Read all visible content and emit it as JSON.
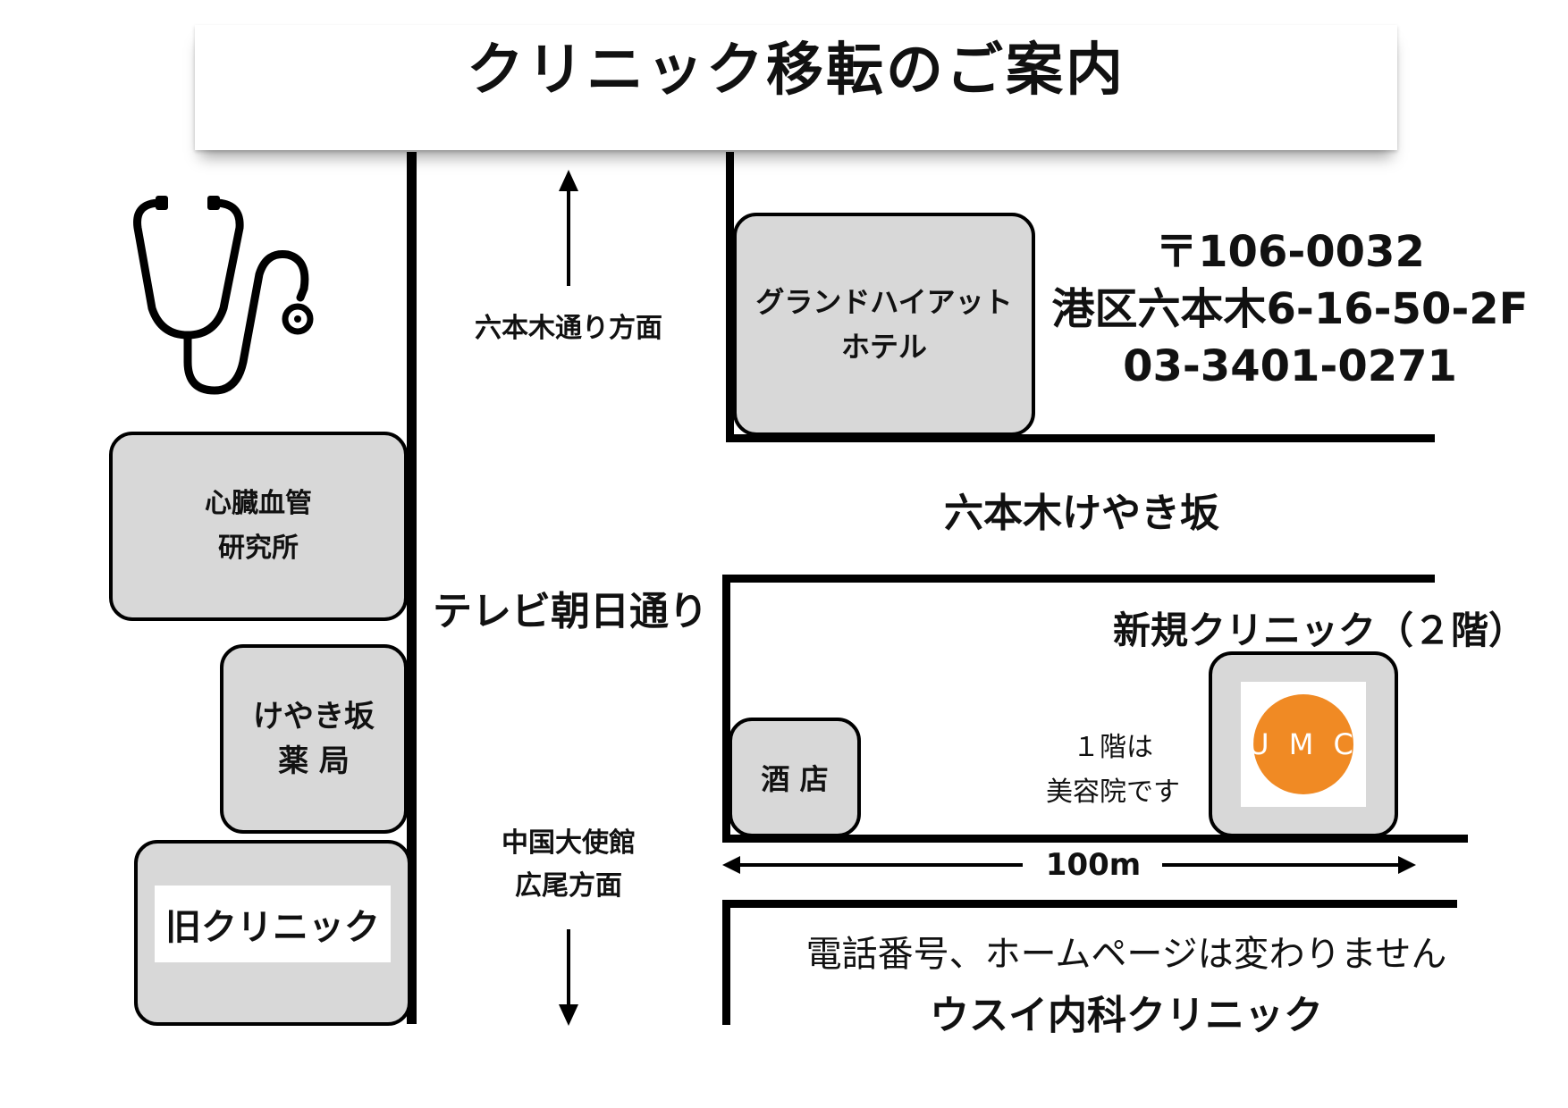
{
  "title": "クリニック移転のご案内",
  "address": {
    "postal": "〒106-0032",
    "street": "港区六本木6-16-50-2F",
    "phone": "03-3401-0271"
  },
  "roads": {
    "tv_asahi": "テレビ朝日通り",
    "keyakizaka": "六本木けやき坂",
    "toward_roppongi": "六本木通り方面",
    "toward_hiroo_line1": "中国大使館",
    "toward_hiroo_line2": "広尾方面"
  },
  "buildings": {
    "grand_hyatt_line1": "グランドハイアット",
    "grand_hyatt_line2": "ホテル",
    "heart_line1": "心臓血管",
    "heart_line2": "研究所",
    "pharmacy_line1": "けやき坂",
    "pharmacy_line2": "薬 局",
    "old_clinic": "旧クリニック",
    "liquor_store": "酒 店",
    "new_clinic_label": "新規クリニック（２階）",
    "floor1_line1": "１階は",
    "floor1_line2": "美容院です"
  },
  "logo": {
    "letters": "U M C",
    "color": "#f08a24"
  },
  "distance": "100m",
  "notice": "電話番号、ホームページは変わりません",
  "clinic_name": "ウスイ内科クリニック",
  "icons": {
    "stethoscope": "stethoscope-icon"
  }
}
